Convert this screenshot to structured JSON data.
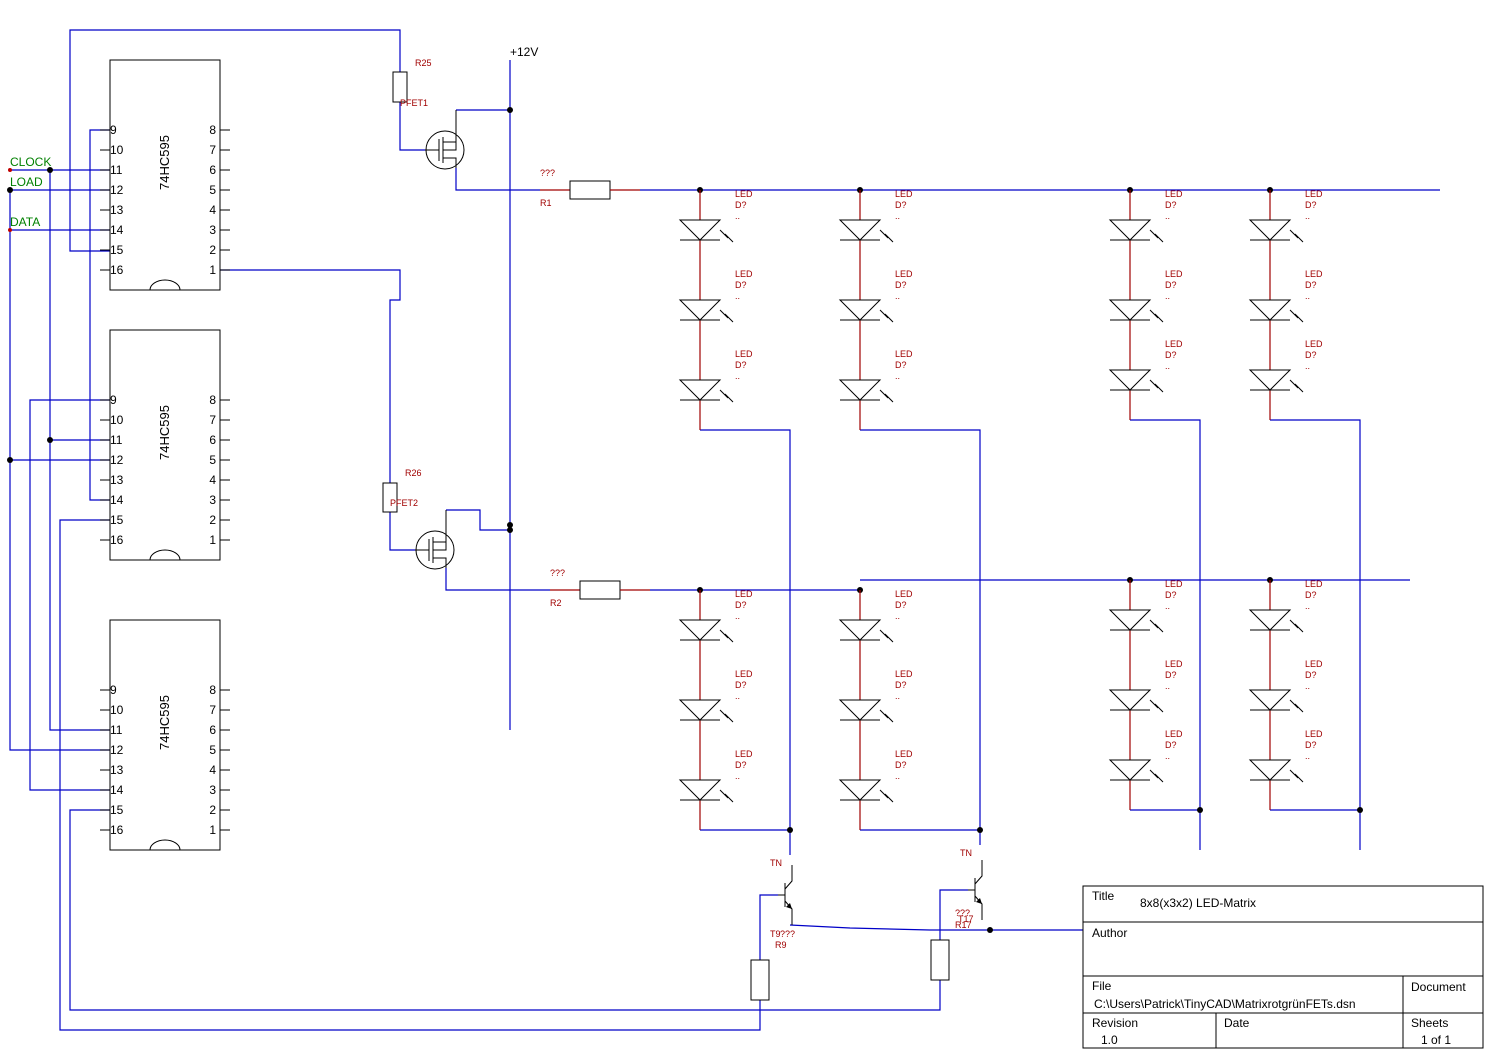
{
  "ics": [
    {
      "label": "74HC595",
      "left_pins": [
        "9",
        "10",
        "11",
        "12",
        "13",
        "14",
        "15",
        "16"
      ],
      "right_pins": [
        "8",
        "7",
        "6",
        "5",
        "4",
        "3",
        "2",
        "1"
      ]
    },
    {
      "label": "74HC595",
      "left_pins": [
        "9",
        "10",
        "11",
        "12",
        "13",
        "14",
        "15",
        "16"
      ],
      "right_pins": [
        "8",
        "7",
        "6",
        "5",
        "4",
        "3",
        "2",
        "1"
      ]
    },
    {
      "label": "74HC595",
      "left_pins": [
        "9",
        "10",
        "11",
        "12",
        "13",
        "14",
        "15",
        "16"
      ],
      "right_pins": [
        "8",
        "7",
        "6",
        "5",
        "4",
        "3",
        "2",
        "1"
      ]
    }
  ],
  "nets": {
    "clock": "CLOCK",
    "load": "LOAD",
    "data": "DATA",
    "supply": "+12V"
  },
  "resistors": {
    "r25": "R25",
    "r26": "R26",
    "r1": "R1",
    "r1_value": "???",
    "r2": "R2",
    "r2_value": "???",
    "r9": "R9",
    "r9_value": "???",
    "r17": "R17",
    "r17_value": "???"
  },
  "fets": {
    "pfet1": "PFET1",
    "pfet2": "PFET2"
  },
  "transistors": {
    "t_left": "TN",
    "t_left_ref": "T9",
    "t_right": "TN",
    "t_right_ref": "T17"
  },
  "led": {
    "type": "LED",
    "ref": "D?",
    "dots": ".."
  },
  "title_block": {
    "title_label": "Title",
    "title": "8x8(x3x2) LED-Matrix",
    "author_label": "Author",
    "author": "",
    "file_label": "File",
    "file": "C:\\Users\\Patrick\\TinyCAD\\MatrixrotgrünFETs.dsn",
    "document_label": "Document",
    "revision_label": "Revision",
    "revision": "1.0",
    "date_label": "Date",
    "date": "",
    "sheets_label": "Sheets",
    "sheets": "1 of 1"
  }
}
